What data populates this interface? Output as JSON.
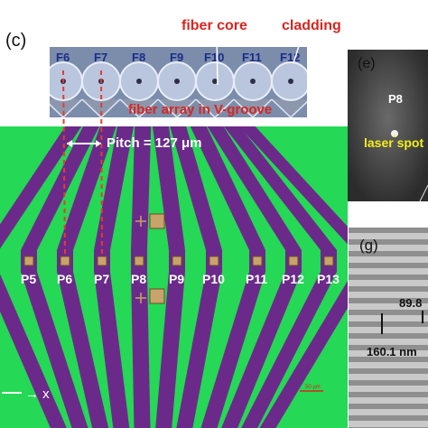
{
  "panel_c": {
    "label": "(c)",
    "fiber_labels": [
      "F6",
      "F7",
      "F8",
      "F9",
      "F10",
      "F11",
      "F12"
    ],
    "fiber_core_label": "fiber core",
    "cladding_label": "cladding",
    "array_label": "fiber array in V-groove",
    "pitch_label": "Pitch = 127 μm",
    "pad_labels": [
      "P5",
      "P6",
      "P7",
      "P8",
      "P9",
      "P10",
      "P11",
      "P12",
      "P13"
    ],
    "x_axis_label": "x",
    "scale_label": "50 μm"
  },
  "panel_e": {
    "label": "(e)",
    "p8_label": "P8",
    "laser_label": "laser spot"
  },
  "panel_g": {
    "label": "(g)",
    "measure_1": "89.8",
    "measure_2": "160.1 nm"
  },
  "colors": {
    "green": "#25d855",
    "purple": "#6b2a8a",
    "red_annotation": "#d8261f",
    "blue_labels": "#1a2c8a",
    "laser_yellow": "#f4ee18"
  }
}
